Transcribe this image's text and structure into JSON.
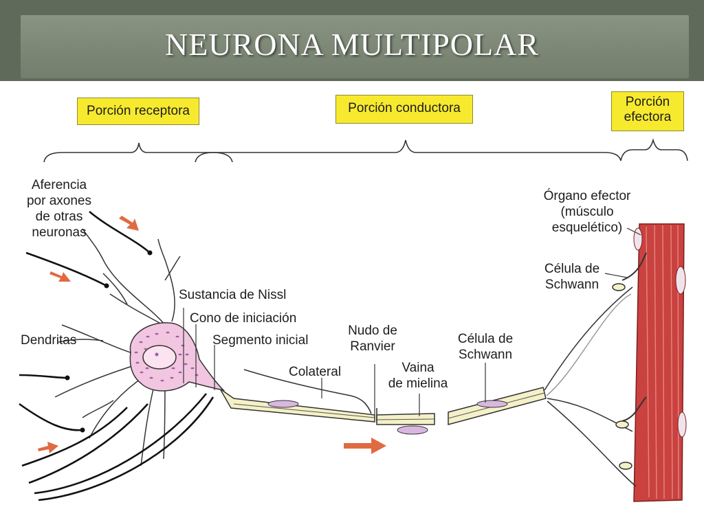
{
  "slide": {
    "title": "NEURONA MULTIPOLAR"
  },
  "sections": {
    "receptora": "Porción receptora",
    "conductora": "Porción conductora",
    "efectora_line1": "Porción",
    "efectora_line2": "efectora"
  },
  "labels": {
    "aferencia": [
      "Aferencia",
      "por axones",
      "de otras",
      "neuronas"
    ],
    "dendritas": "Dendritas",
    "nissl": "Sustancia de Nissl",
    "cono": "Cono de iniciación",
    "segmento": "Segmento inicial",
    "colateral": "Colateral",
    "nudo": [
      "Nudo de",
      "Ranvier"
    ],
    "vaina": [
      "Vaina",
      "de mielina"
    ],
    "schwann_mid": [
      "Célula de",
      "Schwann"
    ],
    "organo": [
      "Órgano efector",
      "(músculo",
      "esquelético)"
    ],
    "schwann_right": [
      "Célula de",
      "Schwann"
    ]
  },
  "colors": {
    "header_bg": "#5f6a5a",
    "section_box": "#f7ea2e",
    "soma": "#f2c6e0",
    "nissl": "#9a5fa6",
    "myelin": "#f4f0c8",
    "muscle": "#c9423f",
    "arrow": "#e06a42"
  }
}
